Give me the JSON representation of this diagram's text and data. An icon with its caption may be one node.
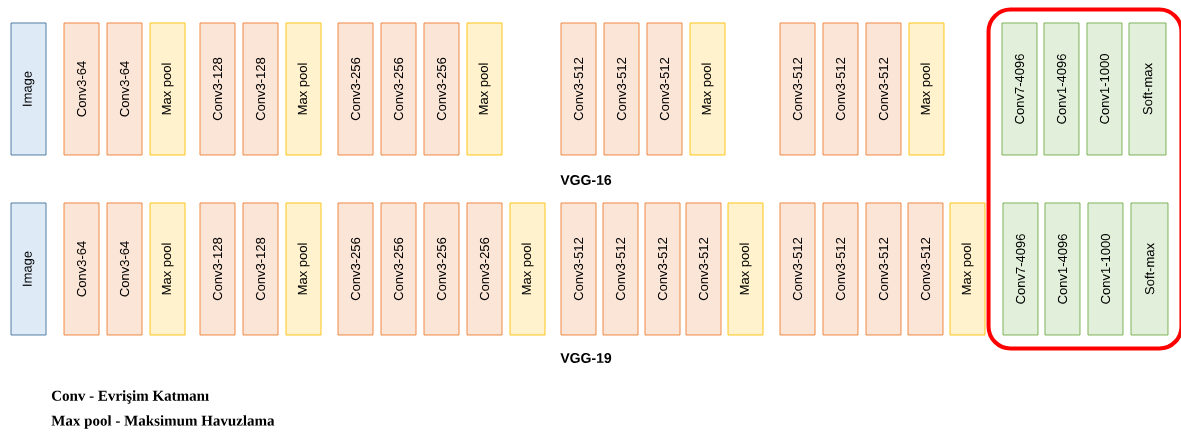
{
  "diagram": {
    "nodes": [
      {
        "text": [],
        "shape": "box"
      },
      {
        "text": [
          "Image"
        ]
      },
      {
        "text": [
          "Conv3-64"
        ]
      },
      {
        "text": [
          "Conv3-64"
        ]
      },
      {
        "text": [
          "Max pool"
        ]
      },
      {
        "text": [
          "Conv3-128"
        ]
      },
      {
        "text": [
          "Conv3-128"
        ]
      },
      {
        "text": [
          "Max pool"
        ]
      },
      {
        "text": [
          "Conv3-256"
        ]
      },
      {
        "text": [
          "Conv3-256"
        ]
      },
      {
        "text": [
          "Conv3-256"
        ]
      },
      {
        "text": [
          "Max pool"
        ]
      },
      {
        "text": [
          "Conv3-512"
        ]
      },
      {
        "text": [
          "Conv3-512"
        ]
      },
      {
        "text": [
          "Conv3-512"
        ]
      },
      {
        "text": [
          "Max pool"
        ]
      },
      {
        "text": [
          "Conv3-512"
        ]
      },
      {
        "text": [
          "Conv3-512"
        ]
      },
      {
        "text": [
          "Conv3-512"
        ]
      },
      {
        "text": [
          "Max pool"
        ]
      },
      {
        "text": [
          "Conv7-4096"
        ],
        "in": 0
      },
      {
        "text": [
          "Conv1-4096"
        ],
        "in": 0
      },
      {
        "text": [
          "Conv1-1000"
        ],
        "in": 0
      },
      {
        "text": [
          "Soft-max"
        ],
        "in": 0
      },
      {
        "text": [
          "Image"
        ]
      },
      {
        "text": [
          "Conv3-64"
        ]
      },
      {
        "text": [
          "Conv3-64"
        ]
      },
      {
        "text": [
          "Max pool"
        ]
      },
      {
        "text": [
          "Conv3-128"
        ]
      },
      {
        "text": [
          "Conv3-128"
        ]
      },
      {
        "text": [
          "Max pool"
        ]
      },
      {
        "text": [
          "Conv3-256"
        ]
      },
      {
        "text": [
          "Conv3-256"
        ]
      },
      {
        "text": [
          "Conv3-256"
        ]
      },
      {
        "text": [
          "Conv3-256"
        ]
      },
      {
        "text": [
          "Max pool"
        ]
      },
      {
        "text": [
          "Conv3-512"
        ]
      },
      {
        "text": [
          "Conv3-512"
        ]
      },
      {
        "text": [
          "Conv3-512"
        ]
      },
      {
        "text": [
          "Conv3-512"
        ]
      },
      {
        "text": [
          "Max pool"
        ]
      },
      {
        "text": [
          "Conv3-512"
        ]
      },
      {
        "text": [
          "Conv3-512"
        ]
      },
      {
        "text": [
          "Conv3-512"
        ]
      },
      {
        "text": [
          "Conv3-512"
        ]
      },
      {
        "text": [
          "Max pool"
        ]
      },
      {
        "text": [
          "Conv7-4096"
        ],
        "in": 0
      },
      {
        "text": [
          "Conv1-4096"
        ],
        "in": 0
      },
      {
        "text": [
          "Conv1-1000"
        ],
        "in": 0
      },
      {
        "text": [
          "Soft-max"
        ],
        "in": 0
      }
    ],
    "labels": [
      "VGG-16",
      "VGG-19",
      "Conv - Evrişim Katmanı",
      "Max pool - Maksimum Havuzlama"
    ]
  }
}
